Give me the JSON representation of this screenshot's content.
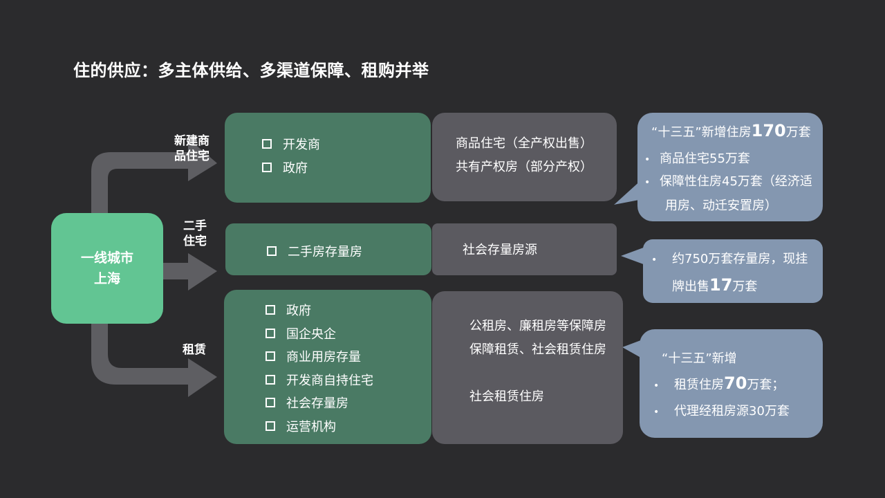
{
  "title": "住的供应：多主体供给、多渠道保障、租购并举",
  "center": {
    "line1": "一线城市",
    "line2": "上海"
  },
  "categories": {
    "new_home": {
      "line1": "新建商",
      "line2": "品住宅"
    },
    "second_hand": {
      "line1": "二手",
      "line2": "住宅"
    },
    "rental": {
      "label": "租赁"
    }
  },
  "new_home": {
    "suppliers": [
      "开发商",
      "政府"
    ],
    "products": [
      "商品住宅（全产权出售）",
      "共有产权房（部分产权）"
    ],
    "note": {
      "prefix": "“十三五”新增住房",
      "number": "170",
      "suffix": "万套",
      "bullets": [
        "商品住宅55万套",
        "保障性住房45万套（经济适",
        "用房、动迁安置房）"
      ]
    }
  },
  "second_hand": {
    "suppliers": [
      "二手房存量房"
    ],
    "products": [
      "社会存量房源"
    ],
    "note": {
      "line1": "约750万套存量房，现挂",
      "line2_prefix": "牌出售",
      "line2_number": "17",
      "line2_suffix": "万套"
    }
  },
  "rental": {
    "suppliers": [
      "政府",
      "国企央企",
      "商业用房存量",
      "开发商自持住宅",
      "社会存量房",
      "运营机构"
    ],
    "group1": [
      "公租房、廉租房等保障房",
      "保障租赁、社会租赁住房"
    ],
    "group2": [
      "社会租赁住房"
    ],
    "note": {
      "heading": "“十三五”新增",
      "bullet1_prefix": "租赁住房",
      "bullet1_number": "70",
      "bullet1_suffix": "万套；",
      "bullet2": "代理经租房源30万套"
    }
  },
  "bullet_char": "•",
  "colors": {
    "background": "#2b2b2d",
    "center": "#62c593",
    "supplier_panel": "#4a7a64",
    "product_panel": "#5b5a60",
    "note_bubble": "#8497b0",
    "arrow": "#5e5e62",
    "bracket": "#4aa9b8"
  }
}
